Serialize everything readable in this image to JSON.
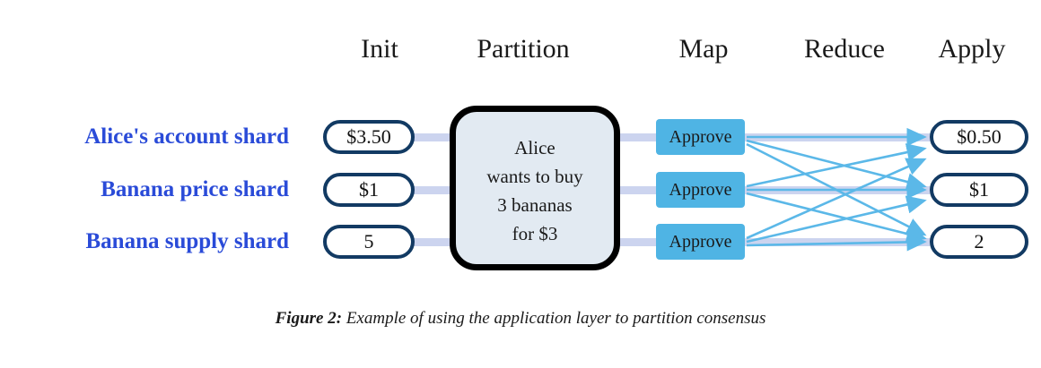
{
  "figure": {
    "headers": [
      {
        "id": "init",
        "label": "Init"
      },
      {
        "id": "partition",
        "label": "Partition"
      },
      {
        "id": "map",
        "label": "Map"
      },
      {
        "id": "reduce",
        "label": "Reduce"
      },
      {
        "id": "apply",
        "label": "Apply"
      }
    ],
    "rows": [
      {
        "label": "Alice's account shard",
        "init": "$3.50",
        "map": "Approve",
        "apply": "$0.50"
      },
      {
        "label": "Banana price shard",
        "init": "$1",
        "map": "Approve",
        "apply": "$1"
      },
      {
        "label": "Banana supply shard",
        "init": "5",
        "map": "Approve",
        "apply": "2"
      }
    ],
    "partition": {
      "lines": [
        "Alice",
        "wants to buy",
        "3 bananas",
        "for $3"
      ]
    },
    "caption": {
      "label": "Figure 2:",
      "text": " Example of using the application layer to partition consensus"
    },
    "colors": {
      "row_label": "#2a4bd8",
      "pill_border": "#123a63",
      "pill_fill": "#ffffff",
      "partition_fill": "#e2eaf2",
      "partition_border": "#000000",
      "map_fill": "#4fb4e4",
      "connector_band": "#ccd4ef",
      "arrow_line": "#5bb8e8",
      "text": "#1a1a1a"
    }
  }
}
